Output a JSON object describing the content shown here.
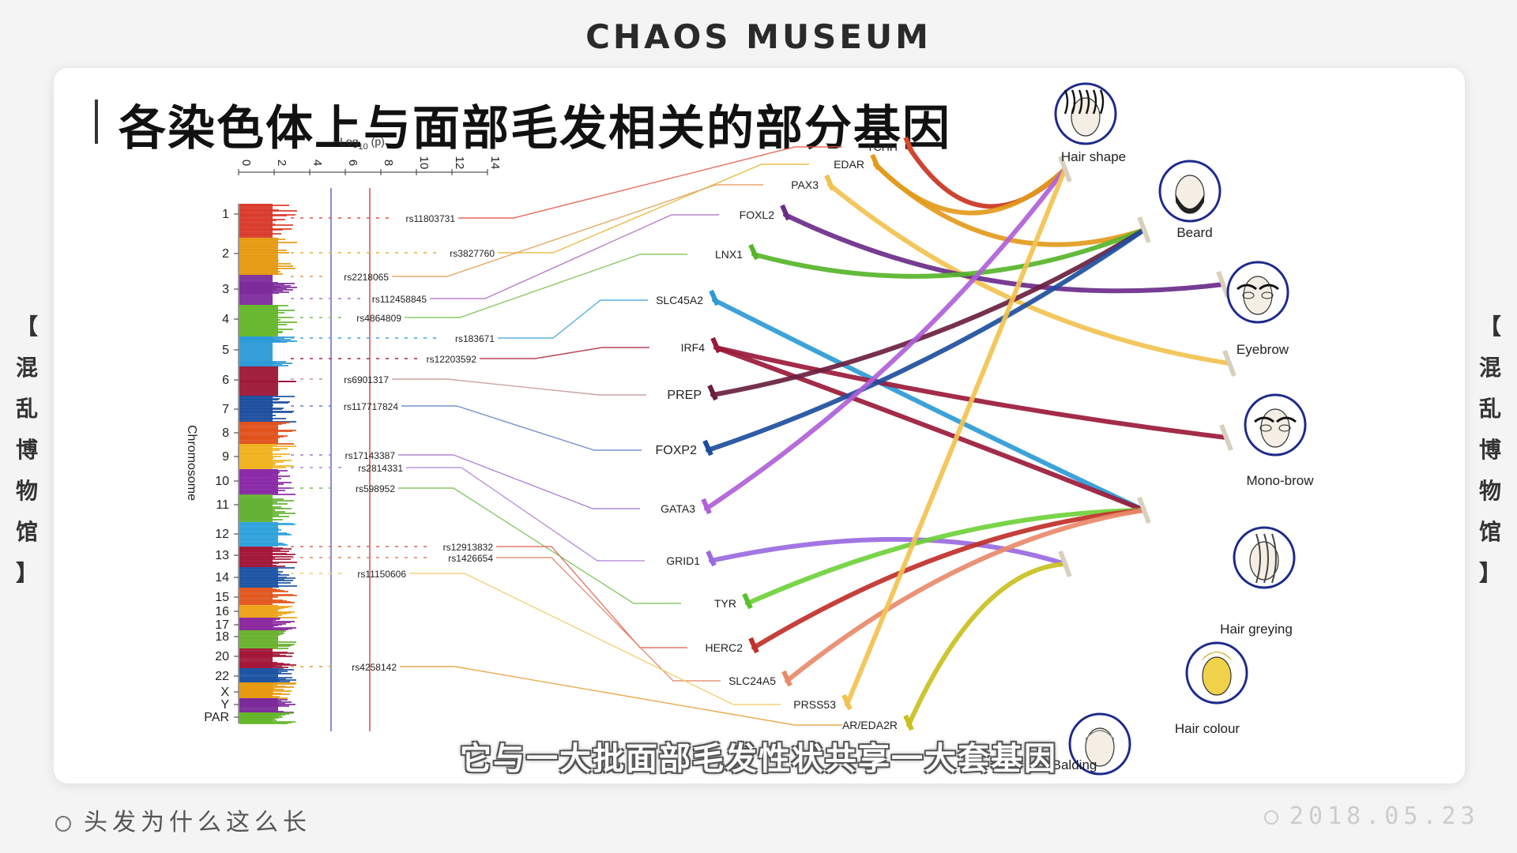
{
  "brand": "CHAOS MUSEUM",
  "title": "各染色体上与面部毛发相关的部分基因",
  "side_left": [
    "【",
    "混",
    "乱",
    "博",
    "物",
    "馆",
    "】"
  ],
  "side_right": [
    "【",
    "混",
    "乱",
    "博",
    "物",
    "馆",
    "】"
  ],
  "footer_left": "头发为什么这么长",
  "footer_right": "2018.05.23",
  "subtitle": "它与一大批面部毛发性状共享一大套基因",
  "manhattan": {
    "axis_label_top": "−Log",
    "axis_label_sub": "10",
    "axis_label_p": "(p)",
    "y_axis_label": "Chromosome",
    "ticks": [
      "0",
      "2",
      "4",
      "6",
      "8",
      "10",
      "12",
      "14"
    ],
    "chromosomes": [
      "1",
      "2",
      "3",
      "4",
      "5",
      "6",
      "7",
      "8",
      "9",
      "10",
      "11",
      "12",
      "13",
      "14",
      "15",
      "16",
      "17",
      "18",
      "20",
      "22",
      "X",
      "Y",
      "PAR"
    ],
    "colors": [
      "#d93b2b",
      "#e59a12",
      "#7c2b9a",
      "#65b62c",
      "#2c9ad6",
      "#9c1535",
      "#1f4f9f",
      "#e0521d",
      "#f0b321",
      "#8a2aa6",
      "#62b232",
      "#2fa2da",
      "#a3173a",
      "#1f55a3",
      "#e25a22",
      "#eda51e",
      "#8d2aa0",
      "#6ab22f",
      "#a3173a",
      "#1f55a3",
      "#e59a12",
      "#7c2b9a",
      "#65b62c"
    ],
    "snps": [
      "rs11803731",
      "rs3827760",
      "rs2218065",
      "rs112458845",
      "rs4864809",
      "rs183671",
      "rs12203592",
      "rs6901317",
      "rs117717824",
      "rs17143387",
      "rs2814331",
      "rs598952",
      "rs12913832",
      "rs1426654",
      "rs11150606",
      "rs4258142"
    ]
  },
  "genes": [
    "TCHH",
    "EDAR",
    "PAX3",
    "FOXL2",
    "LNX1",
    "SLC45A2",
    "IRF4",
    "PREP",
    "FOXP2",
    "GATA3",
    "GRID1",
    "TYR",
    "HERC2",
    "SLC24A5",
    "PRSS53",
    "AR/EDA2R"
  ],
  "traits": [
    "Hair shape",
    "Beard",
    "Eyebrow",
    "Mono-brow",
    "Hair greying",
    "Hair colour",
    "Balding"
  ],
  "icons": [
    "hair-shape-icon",
    "beard-icon",
    "eyebrow-icon",
    "mono-brow-icon",
    "hair-greying-icon",
    "hair-colour-icon",
    "balding-icon"
  ]
}
